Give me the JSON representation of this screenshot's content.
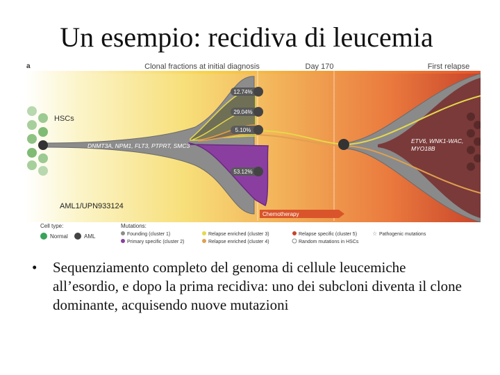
{
  "slide": {
    "title": "Un esempio: recidiva di leucemia",
    "bullet_symbol": "•",
    "bullet_text": "Sequenziamento completo del genoma di cellule leucemiche all’esordio, e dopo la prima recidiva: uno dei subcloni diventa il clone dominante, acquisendo nuove mutazioni"
  },
  "figure": {
    "panel_label": "a",
    "timeline": {
      "initial": "Clonal fractions at initial diagnosis",
      "mid": "Day 170",
      "relapse": "First relapse"
    },
    "hsc_label": "HSCs",
    "founding_mutations": "DNMT3A, NPM1, FLT3, PTPRT, SMC3",
    "relapse_mutations_line1": "ETV6, WNK1-WAC,",
    "relapse_mutations_line2": "MYO18B",
    "sample_id": "AML1/UPN933124",
    "chemotherapy": "Chemotherapy",
    "fractions": [
      "12.74%",
      "29.04%",
      "5.10%",
      "53.12%"
    ],
    "legend": {
      "cell_type_title": "Cell type:",
      "normal": "Normal",
      "aml": "AML",
      "mutations_title": "Mutations:",
      "founding": "Founding (cluster 1)",
      "primary": "Primary specific (cluster 2)",
      "relapse_enriched_3": "Relapse enriched (cluster 3)",
      "relapse_enriched_4": "Relapse enriched (cluster 4)",
      "relapse_specific": "Relapse specific (cluster 5)",
      "random_hsc": "Random mutations in HSCs",
      "pathogenic": "Pathogenic mutations"
    },
    "colors": {
      "founding": "#8c8c8c",
      "primary": "#8a3fa0",
      "cluster3": "#e6d84a",
      "cluster4": "#e0a050",
      "relapse": "#7a3a3a",
      "normal": "#3aa35a",
      "aml": "#444444",
      "bg_start": "#f7e98a",
      "bg_end": "#c8442a"
    }
  }
}
